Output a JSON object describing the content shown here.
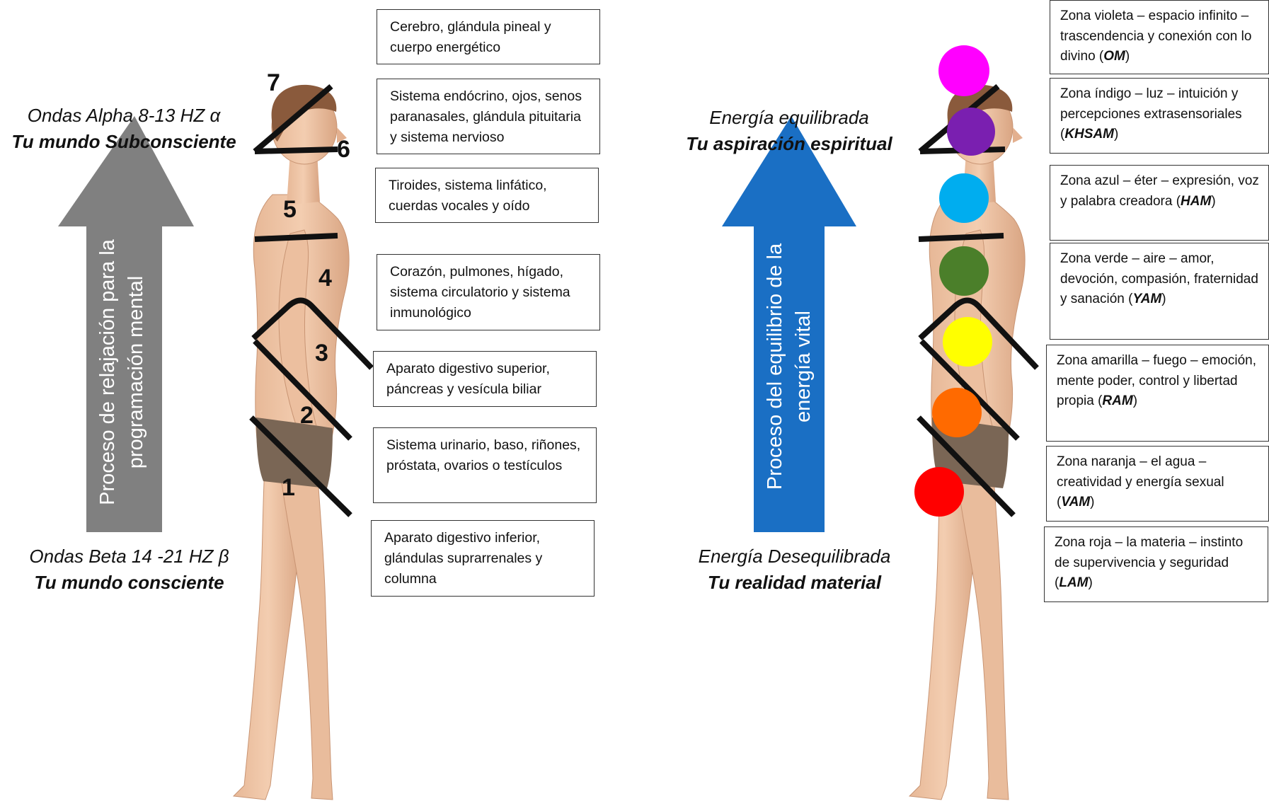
{
  "left": {
    "top_text": {
      "line1": "Ondas Alpha 8-13 HZ α",
      "line2": "Tu mundo Subconsciente"
    },
    "bottom_text": {
      "line1": "Ondas Beta 14 -21 HZ β",
      "line2": "Tu mundo consciente"
    },
    "arrow": {
      "line1": "Proceso de relajación para la",
      "line2": "programación mental",
      "color": "#808080"
    },
    "zone_numbers": [
      "1",
      "2",
      "3",
      "4",
      "5",
      "6",
      "7"
    ],
    "boxes": [
      "Cerebro, glándula pineal y cuerpo energético",
      "Sistema endócrino, ojos, senos paranasales, glándula pituitaria y sistema nervioso",
      "Tiroides, sistema linfático, cuerdas vocales y oído",
      "Corazón, pulmones, hígado, sistema circulatorio y sistema inmunológico",
      "Aparato digestivo superior, páncreas y vesícula biliar",
      "Sistema urinario, baso, riñones, próstata, ovarios o testículos",
      "Aparato digestivo inferior, glándulas suprarrenales y columna"
    ]
  },
  "right": {
    "top_text": {
      "line1": "Energía equilibrada",
      "line2": "Tu aspiración espiritual"
    },
    "bottom_text": {
      "line1": "Energía Desequilibrada",
      "line2": "Tu realidad material"
    },
    "arrow": {
      "line1": "Proceso del equilibrio de la",
      "line2": "energía vital",
      "color": "#1a6fc4"
    },
    "chakra_colors": [
      "#ff00ff",
      "#7a1fb0",
      "#00adef",
      "#4b7f2a",
      "#ffff00",
      "#ff6a00",
      "#ff0000"
    ],
    "boxes": [
      {
        "text": "Zona violeta – espacio infinito – trascendencia y conexión con lo divino (",
        "mantra": "OM",
        "end": ")"
      },
      {
        "text": "Zona índigo – luz – intuición y percepciones extrasensoriales (",
        "mantra": "KHSAM",
        "end": ")"
      },
      {
        "text": "Zona azul – éter – expresión, voz y palabra creadora (",
        "mantra": "HAM",
        "end": ")"
      },
      {
        "text": "Zona verde – aire – amor, devoción, compasión, fraternidad y sanación (",
        "mantra": "YAM",
        "end": ")"
      },
      {
        "text": "Zona amarilla – fuego – emoción, mente poder, control y libertad propia (",
        "mantra": "RAM",
        "end": ")"
      },
      {
        "text": "Zona naranja – el agua – creatividad y energía sexual (",
        "mantra": "VAM",
        "end": ")"
      },
      {
        "text": "Zona roja – la materia – instinto de supervivencia y seguridad  (",
        "mantra": "LAM",
        "end": ")"
      }
    ]
  }
}
